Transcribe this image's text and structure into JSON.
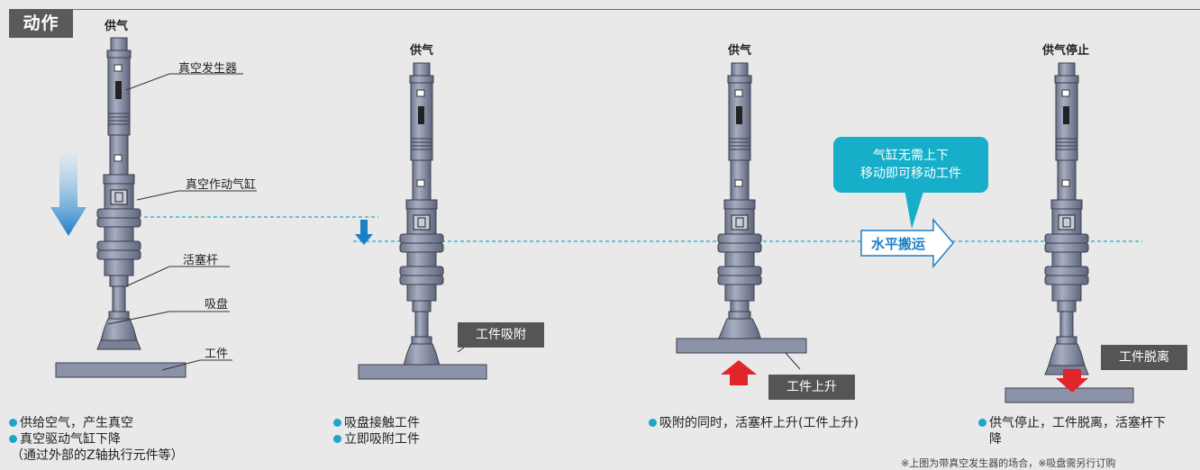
{
  "title": "动作",
  "stages": [
    {
      "supply_label": "供气",
      "leaders": [
        "真空发生器",
        "真空作动气缸",
        "活塞杆",
        "吸盘",
        "工件"
      ],
      "desc": [
        "供给空气，产生真空",
        "真空驱动气缸下降"
      ],
      "desc_note": "（通过外部的Z轴执行元件等）"
    },
    {
      "supply_label": "供气",
      "tag": "工件吸附",
      "desc": [
        "吸盘接触工件",
        "立即吸附工件"
      ]
    },
    {
      "supply_label": "供气",
      "tag": "工件上升",
      "desc": [
        "吸附的同时，活塞杆上升(工件上升)"
      ]
    },
    {
      "supply_label": "供气停止",
      "tag": "工件脱离",
      "desc": [
        "供气停止，工件脱离，活塞杆下降"
      ]
    }
  ],
  "callout": [
    "气缸无需上下",
    "移动即可移动工件"
  ],
  "move_label": "水平搬运",
  "footnote": "※上图为带真空发生器的场合，※吸盘需另行订购",
  "colors": {
    "accent": "#16aec9",
    "arrow_blue": "#1e7fc6",
    "arrow_red": "#e0252b",
    "tab": "#5a5a5a",
    "body": "#8d94ab"
  }
}
